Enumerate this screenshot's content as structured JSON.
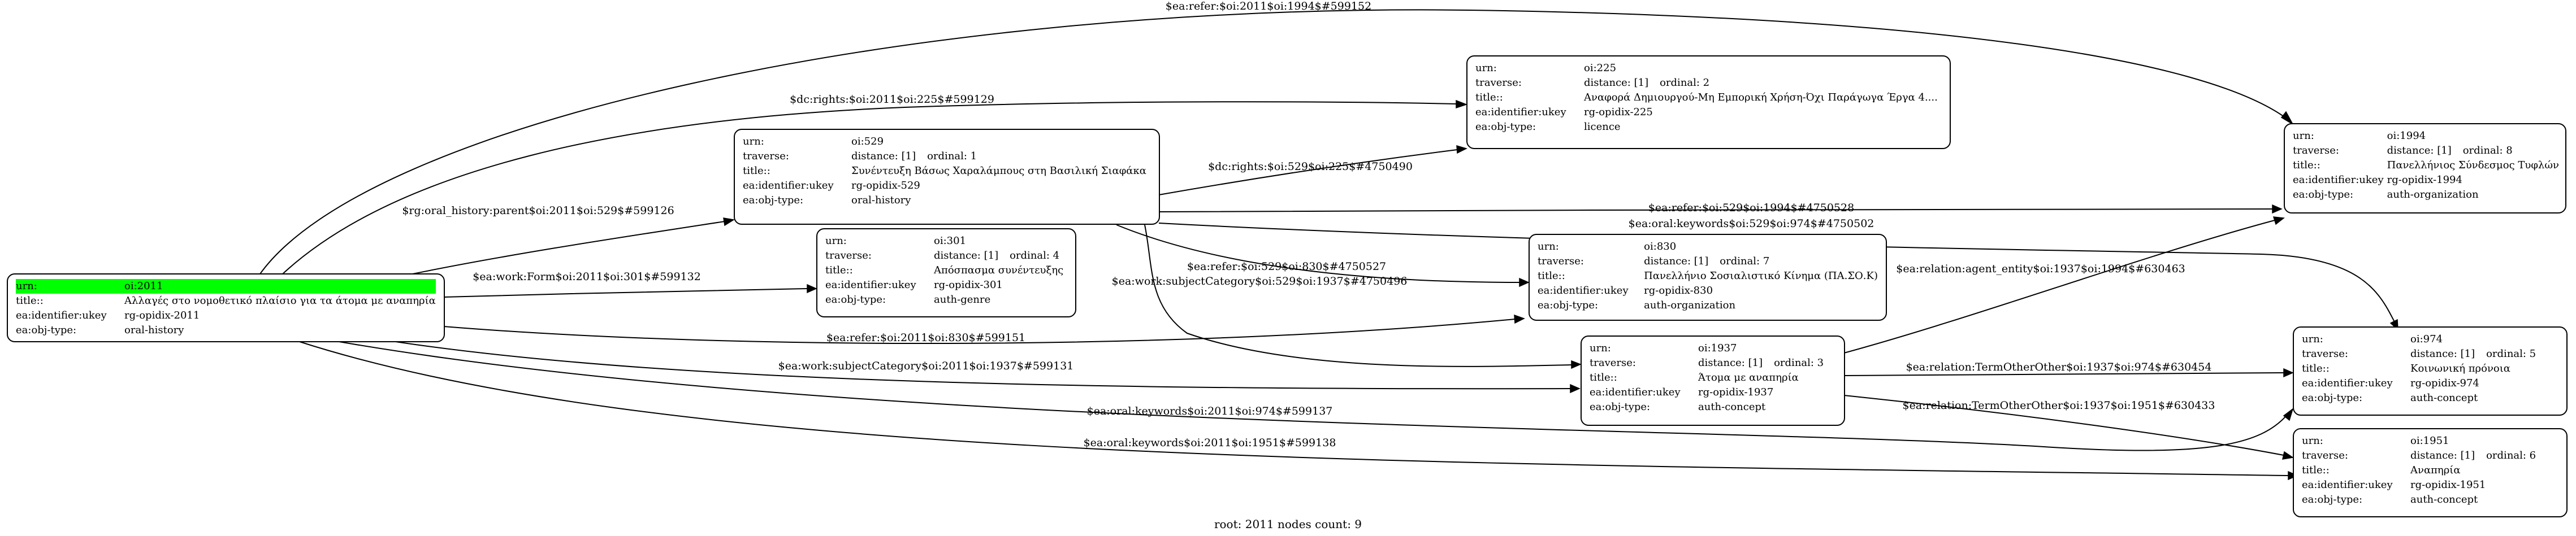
{
  "footer": "root: 2011 nodes count: 9",
  "keys": {
    "urn": "urn:",
    "traverse": "traverse:",
    "title": "title::",
    "identifier": "ea:identifier:ukey",
    "objtype": "ea:obj-type:"
  },
  "nodes": {
    "n2011": {
      "urn": "oi:2011",
      "title": "Αλλαγές στο νομοθετικό πλαίσιο για τα άτομα με αναπηρία",
      "identifier": "rg-opidix-2011",
      "objtype": "oral-history"
    },
    "n529": {
      "urn": "oi:529",
      "distance": "distance: [1]",
      "ordinal": "ordinal: 1",
      "title": "Συνέντευξη Βάσως Χαραλάμπους στη Βασιλική Σιαφάκα",
      "identifier": "rg-opidix-529",
      "objtype": "oral-history"
    },
    "n301": {
      "urn": "oi:301",
      "distance": "distance: [1]",
      "ordinal": "ordinal: 4",
      "title": "Απόσπασμα συνέντευξης",
      "identifier": "rg-opidix-301",
      "objtype": "auth-genre"
    },
    "n225": {
      "urn": "oi:225",
      "distance": "distance: [1]",
      "ordinal": "ordinal: 2",
      "title": "Αναφορά Δημιουργού-Μη Εμπορική Χρήση-Όχι Παράγωγα Έργα 4....",
      "identifier": "rg-opidix-225",
      "objtype": "licence"
    },
    "n830": {
      "urn": "oi:830",
      "distance": "distance: [1]",
      "ordinal": "ordinal: 7",
      "title": "Πανελλήνιο Σοσιαλιστικό Κίνημα (ΠΑ.ΣΟ.Κ)",
      "identifier": "rg-opidix-830",
      "objtype": "auth-organization"
    },
    "n1937": {
      "urn": "oi:1937",
      "distance": "distance: [1]",
      "ordinal": "ordinal: 3",
      "title": "Άτομα με αναπηρία",
      "identifier": "rg-opidix-1937",
      "objtype": "auth-concept"
    },
    "n1994": {
      "urn": "oi:1994",
      "distance": "distance: [1]",
      "ordinal": "ordinal: 8",
      "title": "Πανελλήνιος Σύνδεσμος Τυφλών",
      "identifier": "rg-opidix-1994",
      "objtype": "auth-organization"
    },
    "n974": {
      "urn": "oi:974",
      "distance": "distance: [1]",
      "ordinal": "ordinal: 5",
      "title": "Κοινωνική πρόνοια",
      "identifier": "rg-opidix-974",
      "objtype": "auth-concept"
    },
    "n1951": {
      "urn": "oi:1951",
      "distance": "distance: [1]",
      "ordinal": "ordinal: 6",
      "title": "Αναπηρία",
      "identifier": "rg-opidix-1951",
      "objtype": "auth-concept"
    }
  },
  "edges": [
    {
      "id": "e1",
      "from": "n2011",
      "to": "n1994",
      "label": "$ea:refer:$oi:2011$oi:1994$#599152"
    },
    {
      "id": "e2",
      "from": "n2011",
      "to": "n225",
      "label": "$dc:rights:$oi:2011$oi:225$#599129"
    },
    {
      "id": "e3",
      "from": "n2011",
      "to": "n529",
      "label": "$rg:oral_history:parent$oi:2011$oi:529$#599126"
    },
    {
      "id": "e4",
      "from": "n2011",
      "to": "n301",
      "label": "$ea:work:Form$oi:2011$oi:301$#599132"
    },
    {
      "id": "e5",
      "from": "n2011",
      "to": "n830",
      "label": "$ea:refer:$oi:2011$oi:830$#599151"
    },
    {
      "id": "e6",
      "from": "n2011",
      "to": "n1937",
      "label": "$ea:work:subjectCategory$oi:2011$oi:1937$#599131"
    },
    {
      "id": "e7",
      "from": "n2011",
      "to": "n974",
      "label": "$ea:oral:keywords$oi:2011$oi:974$#599137"
    },
    {
      "id": "e8",
      "from": "n2011",
      "to": "n1951",
      "label": "$ea:oral:keywords$oi:2011$oi:1951$#599138"
    },
    {
      "id": "e9",
      "from": "n529",
      "to": "n225",
      "label": "$dc:rights:$oi:529$oi:225$#4750490"
    },
    {
      "id": "e10",
      "from": "n529",
      "to": "n1994",
      "label": "$ea:refer:$oi:529$oi:1994$#4750528"
    },
    {
      "id": "e11",
      "from": "n529",
      "to": "n974",
      "label": "$ea:oral:keywords$oi:529$oi:974$#4750502"
    },
    {
      "id": "e12",
      "from": "n529",
      "to": "n830",
      "label": "$ea:refer:$oi:529$oi:830$#4750527"
    },
    {
      "id": "e13",
      "from": "n529",
      "to": "n1937",
      "label": "$ea:work:subjectCategory$oi:529$oi:1937$#4750496"
    },
    {
      "id": "e14",
      "from": "n1937",
      "to": "n1994",
      "label": "$ea:relation:agent_entity$oi:1937$oi:1994$#630463"
    },
    {
      "id": "e15",
      "from": "n1937",
      "to": "n974",
      "label": "$ea:relation:TermOtherOther$oi:1937$oi:974$#630454"
    },
    {
      "id": "e16",
      "from": "n1937",
      "to": "n1951",
      "label": "$ea:relation:TermOtherOther$oi:1937$oi:1951$#630433"
    }
  ]
}
